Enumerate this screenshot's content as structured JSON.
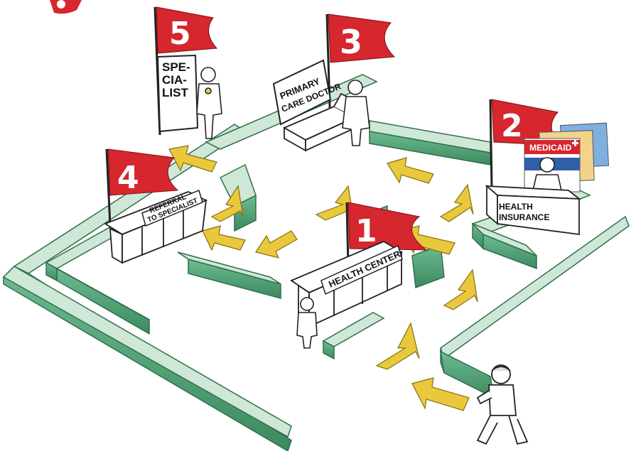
{
  "diagram": {
    "steps": [
      {
        "number": "1",
        "label": "HEALTH CENTER"
      },
      {
        "number": "2",
        "label_lines": [
          "HEALTH",
          "INSURANCE"
        ],
        "card_text": "MEDICAID"
      },
      {
        "number": "3",
        "label_lines": [
          "PRIMARY",
          "CARE DOCTOR"
        ]
      },
      {
        "number": "4",
        "label_lines": [
          "REFERRAL",
          "TO SPECIALIST"
        ]
      },
      {
        "number": "5",
        "label_lines": [
          "SPE-",
          "CIA-",
          "LIST"
        ]
      }
    ]
  },
  "colors": {
    "maze_top": "#cfe7d6",
    "maze_wall": "#5fae84",
    "maze_edge": "#2f6f4c",
    "flag_red": "#d6262e",
    "arrow_yellow": "#e9c93b",
    "medicaid_red": "#d6262e",
    "medicaid_blue": "#2e5fa8"
  }
}
